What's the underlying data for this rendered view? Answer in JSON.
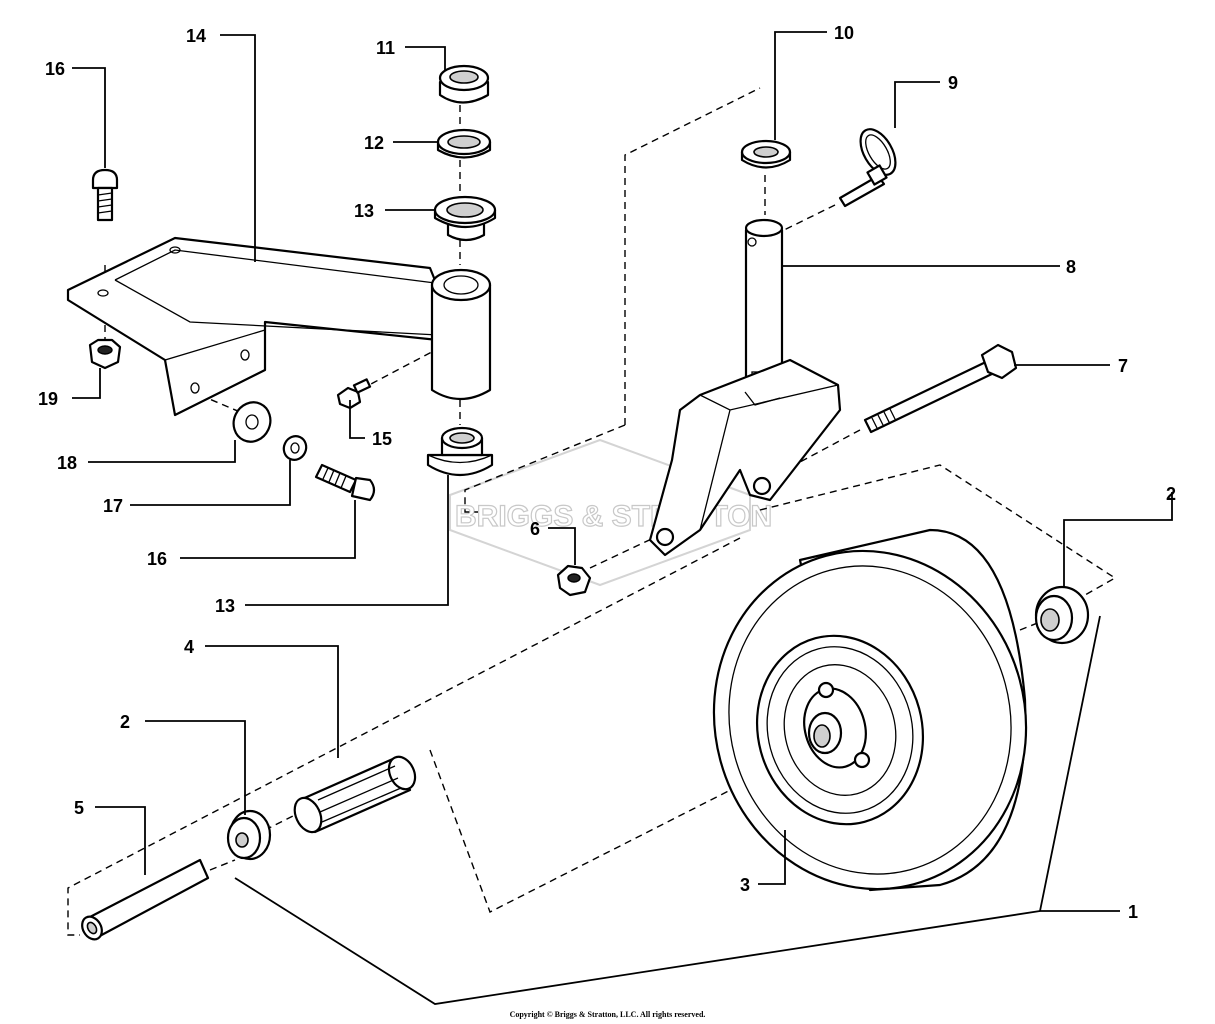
{
  "watermark": "BRIGGS & STRATTON",
  "copyright": "Copyright © Briggs & Stratton, LLC. All rights reserved.",
  "callouts": {
    "c1": "1",
    "c2a": "2",
    "c2b": "2",
    "c3": "3",
    "c4": "4",
    "c5": "5",
    "c6": "6",
    "c7": "7",
    "c8": "8",
    "c9": "9",
    "c10": "10",
    "c11": "11",
    "c12": "12",
    "c13a": "13",
    "c13b": "13",
    "c14": "14",
    "c15": "15",
    "c16a": "16",
    "c16b": "16",
    "c17": "17",
    "c18": "18",
    "c19": "19"
  }
}
